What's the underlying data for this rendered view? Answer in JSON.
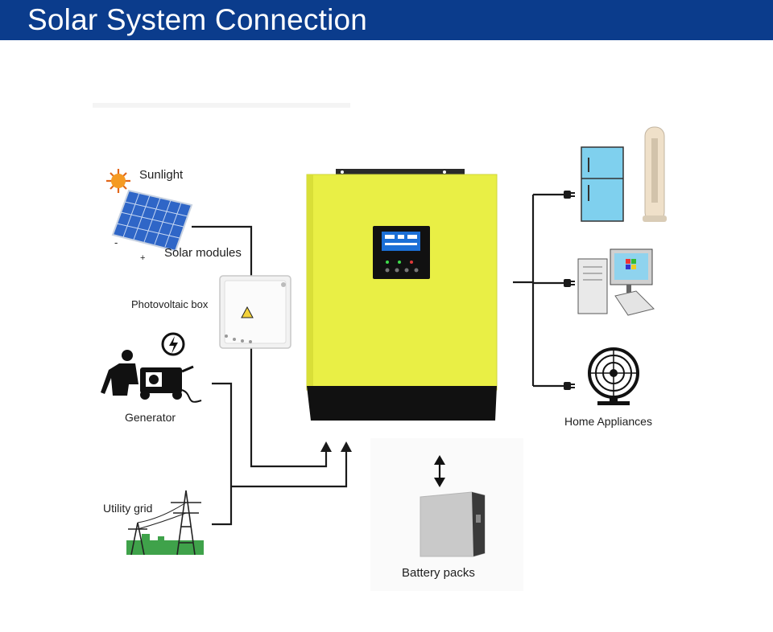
{
  "header": {
    "title": "Solar System Connection"
  },
  "labels": {
    "sunlight": "Sunlight",
    "solar_modules": "Solar modules",
    "pv_box": "Photovoltaic box",
    "generator": "Generator",
    "utility_grid": "Utility grid",
    "battery": "Battery packs",
    "home": "Home Appliances"
  },
  "colors": {
    "header_bg": "#0b3c8c",
    "inverter_body": "#e9ef45",
    "inverter_base": "#111111",
    "lcd": "#1b6fd6",
    "appliance_blue": "#7fd0ee",
    "grass": "#3fa24a"
  },
  "icons": [
    "sun-icon",
    "solar-panel-icon",
    "pv-box-icon",
    "generator-icon",
    "pylon-icon",
    "inverter",
    "battery-icon",
    "fridge-icon",
    "tower-fan-icon",
    "computer-icon",
    "desk-fan-icon",
    "plug-icon",
    "arrow-up-icon",
    "double-arrow-icon"
  ]
}
